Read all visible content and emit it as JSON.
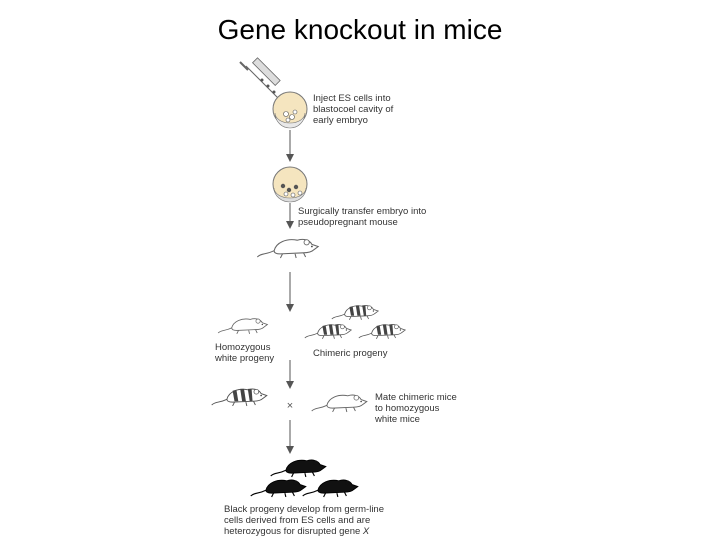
{
  "title": "Gene knockout in mice",
  "steps": {
    "inject": [
      "Inject ES cells into",
      "blastocoel cavity of",
      "early embryo"
    ],
    "transfer": [
      "Surgically transfer embryo into",
      "pseudopregnant mouse"
    ],
    "homozygous": [
      "Homozygous",
      "white progeny"
    ],
    "chimeric": [
      "Chimeric progeny"
    ],
    "mate": [
      "Mate chimeric mice",
      "to homozygous",
      "white mice"
    ],
    "black_progeny": {
      "line1": "Black progeny develop from germ-line",
      "line2": "cells derived from ES cells and are",
      "line3_prefix": "heterozygous for disrupted gene ",
      "line3_gene": "X"
    }
  },
  "cross_symbol": "×"
}
